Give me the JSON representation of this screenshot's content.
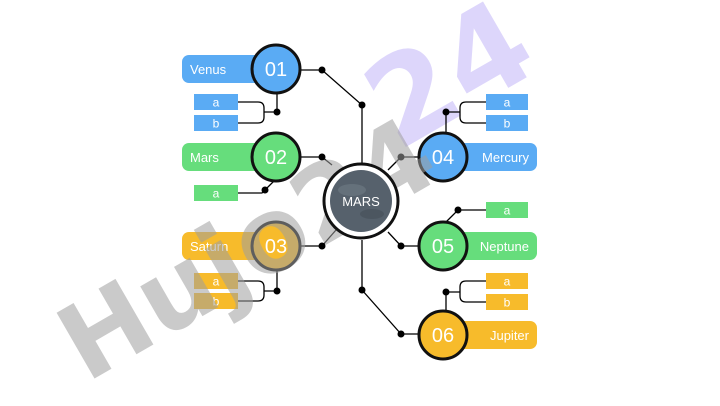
{
  "center": {
    "label": "MARS"
  },
  "watermarks": {
    "left": "Hujo24",
    "right": "24"
  },
  "colors": {
    "blue": "#5aabf4",
    "green": "#66dd7c",
    "orange": "#f7bb2b",
    "center": "#56616c",
    "connector": "#000000",
    "watermark_grey": "#bdbdbd",
    "watermark_purple": "#d9d1fb"
  },
  "nodes": [
    {
      "number": "01",
      "label": "Venus",
      "color": "blue",
      "subs": [
        "a",
        "b"
      ]
    },
    {
      "number": "02",
      "label": "Mars",
      "color": "green",
      "subs": [
        "a"
      ]
    },
    {
      "number": "03",
      "label": "Saturn",
      "color": "orange",
      "subs": [
        "a",
        "b"
      ]
    },
    {
      "number": "04",
      "label": "Mercury",
      "color": "blue",
      "subs": [
        "a",
        "b"
      ]
    },
    {
      "number": "05",
      "label": "Neptune",
      "color": "green",
      "subs": [
        "a"
      ]
    },
    {
      "number": "06",
      "label": "Jupiter",
      "color": "orange",
      "subs": [
        "a",
        "b"
      ]
    }
  ]
}
